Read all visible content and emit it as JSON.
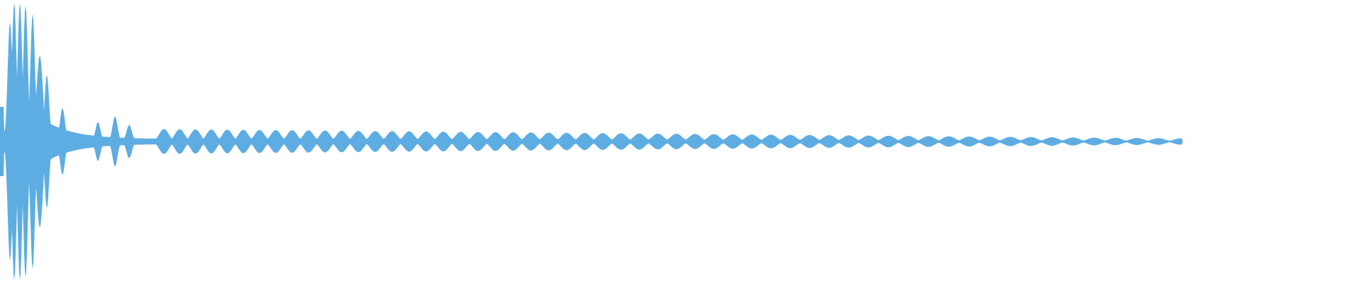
{
  "waveform": {
    "fill_color": "#5DADE2",
    "background_color": "#FFFFFF",
    "amplitude_profile": {
      "peak": 1.0,
      "early_burst_level": 0.55,
      "tail_level": 0.08,
      "end_level": 0.01
    }
  }
}
